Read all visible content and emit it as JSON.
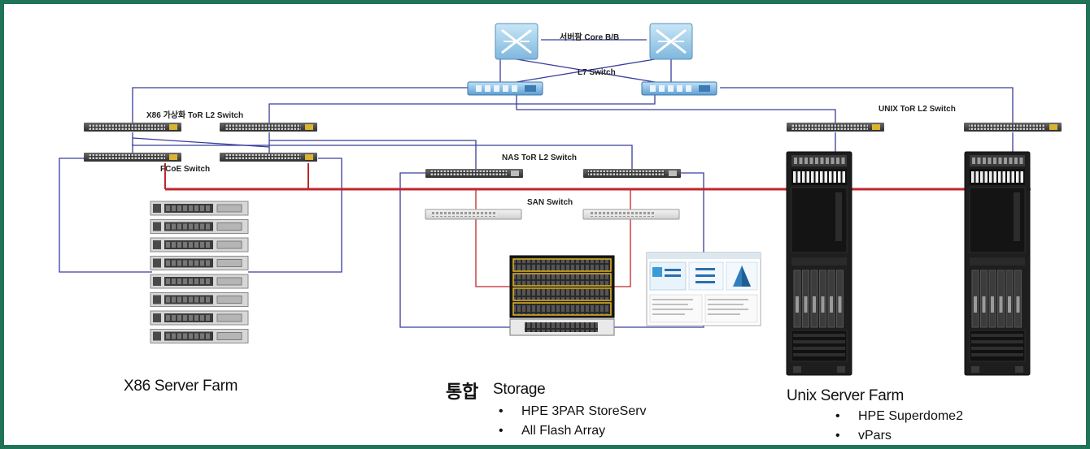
{
  "labels": {
    "core_bb": "서버팜 Core B/B",
    "l7_switch": "L7 Switch",
    "x86_tor": "X86 가상화 ToR L2 Switch",
    "unix_tor": "UNIX ToR L2 Switch",
    "fcoe_switch": "FCoE Switch",
    "nas_tor": "NAS ToR L2 Switch",
    "san_switch": "SAN Switch"
  },
  "sections": {
    "x86_title": "X86 Server Farm",
    "storage_title_kr": "통합",
    "storage_title_en": "Storage",
    "storage_items": [
      "HPE 3PAR StoreServ",
      "All Flash Array"
    ],
    "unix_title": "Unix Server Farm",
    "unix_items": [
      "HPE Superdome2",
      "vPars"
    ]
  },
  "colors": {
    "frame": "#1f7358",
    "ethernet_link": "#3a3d9c",
    "fc_link": "#c0262c",
    "router": "#9fd0ec",
    "l7_switch": "#7fbbe6",
    "rack": "#1e1e1e"
  }
}
